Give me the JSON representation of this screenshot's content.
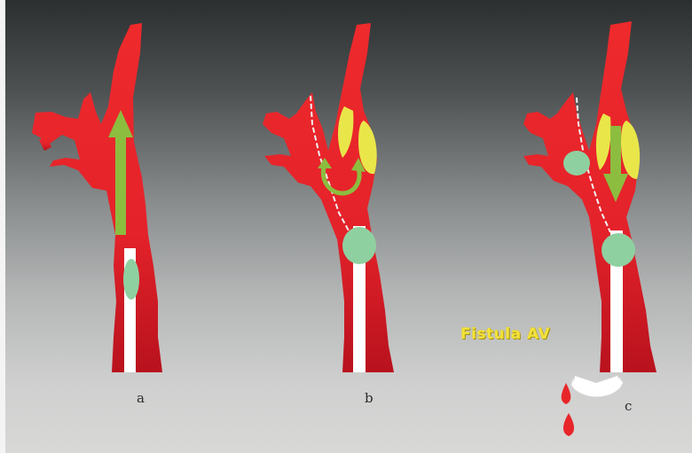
{
  "panels": [
    {
      "label": "a"
    },
    {
      "label": "b"
    },
    {
      "label": "c"
    }
  ],
  "annotation": {
    "text": "Fistula AV"
  },
  "colors": {
    "vessel": "#e8262a",
    "vessel_dark": "#b5121c",
    "arrow": "#8cbd3f",
    "balloon": "#8fd0a0",
    "clot": "#e9e64a",
    "catheter": "#ffffff",
    "annotation": "#f3e23a"
  }
}
